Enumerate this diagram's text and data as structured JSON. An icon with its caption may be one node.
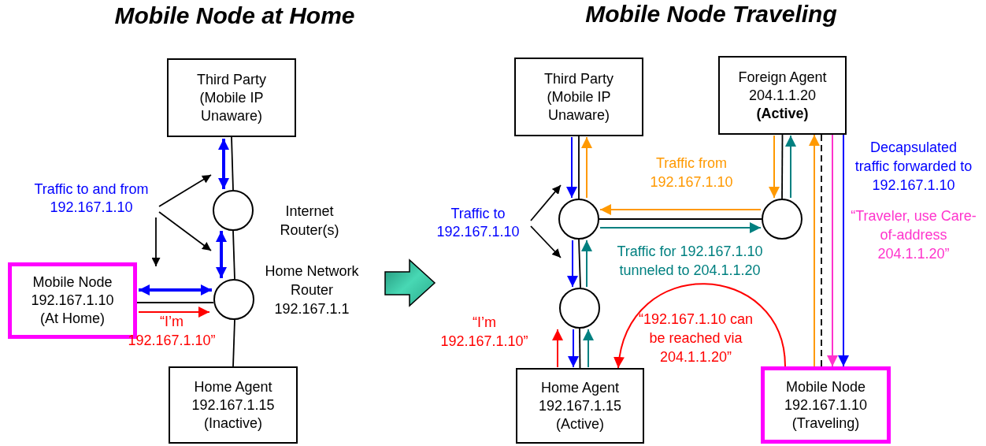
{
  "diagram": {
    "nodes": [
      {
        "text": [
          "Third Party (Mobile IP Unaware)"
        ]
      },
      {
        "text": [],
        "shape": "circle",
        "beside": [
          "Internet Router(s)"
        ]
      },
      {
        "text": [],
        "shape": "circle",
        "beside": [
          "Home Network Router 192.167.1.1"
        ]
      },
      {
        "text": [
          "Mobile Node 192.167.1.10 (At Home)"
        ]
      },
      {
        "text": [
          "Home Agent 192.167.1.15 (Inactive)"
        ]
      },
      {
        "text": [
          "Traffic to and from 192.167.1.10"
        ]
      },
      {
        "text": [
          "Third Party (Mobile IP Unaware)"
        ]
      },
      {
        "text": [
          "Foreign Agent 204.1.1.20 **(Active)**"
        ]
      },
      {
        "text": [],
        "shape": "circle"
      },
      {
        "text": [],
        "shape": "circle"
      },
      {
        "text": [],
        "shape": "circle"
      },
      {
        "text": [
          "Home Agent 192.167.1.15 (Active)"
        ]
      },
      {
        "text": [
          "Mobile Node 192.167.1.10 (Traveling)"
        ]
      },
      {
        "text": [
          "Traffic to 192.167.1.10"
        ]
      }
    ],
    "edges": [
      {
        "from": 0,
        "to": 1,
        "arrow": "none"
      },
      {
        "from": 1,
        "to": 2,
        "arrow": "none"
      },
      {
        "from": 3,
        "to": 2,
        "arrow": "none"
      },
      {
        "from": 2,
        "to": 4,
        "arrow": "none"
      },
      {
        "from": 5,
        "to": 1,
        "arrow": "to"
      },
      {
        "from": 5,
        "to": 1,
        "arrow": "to"
      },
      {
        "from": 5,
        "to": 3,
        "arrow": "to"
      },
      {
        "from": 6,
        "to": 8,
        "arrow": "none"
      },
      {
        "from": 8,
        "to": 9,
        "arrow": "none"
      },
      {
        "from": 8,
        "to": 10,
        "arrow": "none"
      },
      {
        "from": 10,
        "to": 11,
        "arrow": "none"
      },
      {
        "from": 7,
        "to": 9,
        "arrow": "none"
      },
      {
        "from": 7,
        "to": 12,
        "arrow": "none",
        "style": "dashed"
      },
      {
        "from": 12,
        "to": 7,
        "arrow": "to",
        "color": "#ff9900"
      },
      {
        "from": 7,
        "to": 12,
        "arrow": "to",
        "color": "#ff33cc"
      },
      {
        "from": 7,
        "to": 12,
        "arrow": "to",
        "color": "#0000ff"
      },
      {
        "from": 12,
        "to": 11,
        "arrow": "to",
        "color": "#ff0000",
        "label": "“192.167.1.10 can be reached via 204.1.1.20”"
      },
      {
        "from": 13,
        "to": 8,
        "arrow": "to"
      },
      {
        "from": 13,
        "to": 8,
        "arrow": "to"
      },
      {
        "from": 0,
        "to": 1,
        "arrow": "both",
        "color": "#0000ff",
        "style": "thick"
      },
      {
        "from": 1,
        "to": 2,
        "arrow": "both",
        "color": "#0000ff",
        "style": "thick"
      },
      {
        "from": 3,
        "to": 2,
        "arrow": "both",
        "color": "#0000ff",
        "style": "thick"
      },
      {
        "from": 3,
        "to": 2,
        "arrow": "to",
        "color": "#ff0000"
      },
      {
        "from": 6,
        "to": 8,
        "arrow": "to",
        "color": "#0000ff"
      },
      {
        "from": 8,
        "to": 6,
        "arrow": "to",
        "color": "#ff9900"
      },
      {
        "from": 9,
        "to": 8,
        "arrow": "to",
        "color": "#ff9900"
      },
      {
        "from": 8,
        "to": 9,
        "arrow": "to",
        "color": "#008080"
      },
      {
        "from": 7,
        "to": 9,
        "arrow": "to",
        "color": "#ff9900"
      },
      {
        "from": 9,
        "to": 7,
        "arrow": "to",
        "color": "#008080"
      },
      {
        "from": 8,
        "to": 10,
        "arrow": "to",
        "color": "#0000ff"
      },
      {
        "from": 10,
        "to": 8,
        "arrow": "to",
        "color": "#008080"
      },
      {
        "from": 11,
        "to": 10,
        "arrow": "to",
        "color": "#ff0000"
      },
      {
        "from": 10,
        "to": 11,
        "arrow": "to",
        "color": "#0000ff"
      },
      {
        "from": 11,
        "to": 10,
        "arrow": "to",
        "color": "#008080"
      }
    ],
    "labels": [
      "Mobile Node at Home",
      "Mobile Node Traveling",
      "“I’m 192.167.1.10”",
      "Traffic from 192.167.1.10",
      "Traffic for 192.167.1.10 tunneled to 204.1.1.20",
      "“I’m 192.167.1.10”",
      "Decapsulated traffic forwarded to 192.167.1.10",
      "“Traveler, use Care-of-address 204.1.1.20”"
    ]
  }
}
